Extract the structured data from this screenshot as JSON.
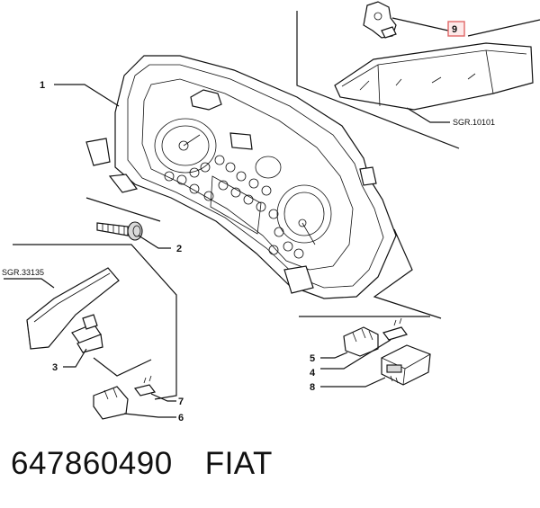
{
  "callouts": {
    "c1": "1",
    "c2": "2",
    "c3": "3",
    "c4": "4",
    "c5": "5",
    "c6": "6",
    "c7": "7",
    "c8": "8",
    "c9": "9"
  },
  "refs": {
    "sgr_cover": "SGR.10101",
    "sgr_steering": "SGR.33135"
  },
  "caption": {
    "part_number": "647860490",
    "brand": "FIAT"
  },
  "colors": {
    "highlight_box": "#e06666",
    "ink": "#111111"
  }
}
